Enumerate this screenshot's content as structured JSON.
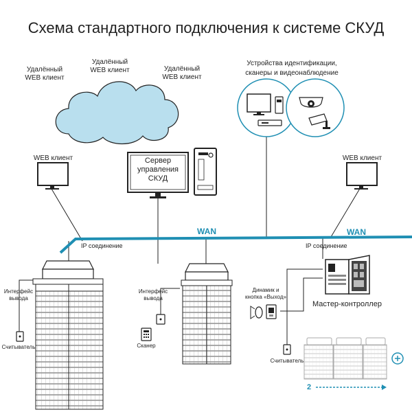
{
  "title": "Схема стандартного подключения к системе СКУД",
  "cloud_clients": [
    {
      "line1": "Удалённый",
      "line2": "WEB клиент"
    },
    {
      "line1": "Удалённый",
      "line2": "WEB клиент"
    },
    {
      "line1": "Удалённый",
      "line2": "WEB клиент"
    }
  ],
  "devices_label": {
    "line1": "Устройства идентификации,",
    "line2": "сканеры и видеонаблюдение"
  },
  "web_client_left": "WEB клиент",
  "web_client_right": "WEB клиент",
  "server": {
    "line1": "Сервер",
    "line2": "управления",
    "line3": "СКУД"
  },
  "wan_labels": [
    "WAN",
    "WAN"
  ],
  "ip_labels": [
    "IP соединение",
    "IP соединение"
  ],
  "interface_left": {
    "line1": "Интерфейс",
    "line2": "вывода"
  },
  "interface_mid": {
    "line1": "Интерфейс",
    "line2": "вывода"
  },
  "reader_left": "Считыватель",
  "reader_right": "Считыватель",
  "scanner": "Сканер",
  "speaker": {
    "line1": "Динамик и",
    "line2": "кнопка «Выход»"
  },
  "master_controller": "Мастер-контроллер",
  "page_indicator": "2",
  "colors": {
    "network": "#1f8fb3",
    "cloud": "#b9dfee",
    "cloud_stroke": "#222222"
  },
  "icons": [
    "cloud-icon",
    "monitor-icon",
    "pc-tower-icon",
    "dome-camera-icon",
    "bullet-camera-icon",
    "turnstile-icon",
    "controller-cabinet-icon",
    "reader-icon",
    "scanner-icon",
    "exit-button-icon",
    "plus-circle-icon",
    "arrow-right-icon"
  ]
}
